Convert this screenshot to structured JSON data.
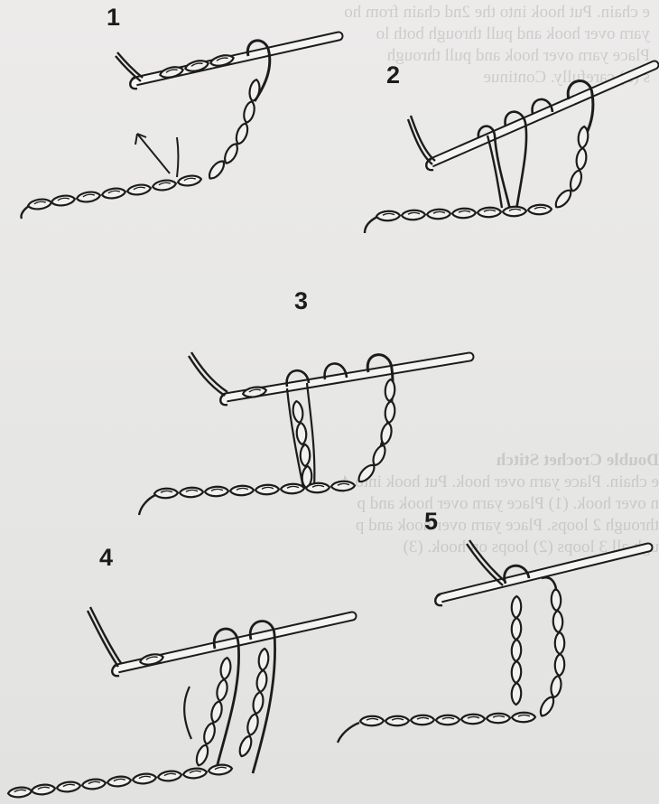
{
  "steps": [
    {
      "number": "1"
    },
    {
      "number": "2"
    },
    {
      "number": "3"
    },
    {
      "number": "4"
    },
    {
      "number": "5"
    }
  ],
  "bleed_through_text": {
    "top_lines": [
      "e chain. Put hook into the 2nd chain from ho",
      "yarn over hook and pull through both lo",
      "Place yarn over hook and pull through",
      "s (2) carefully. Continue"
    ],
    "middle_heading": "Double Crochet Stitch",
    "middle_lines": [
      "e chain. Place yarn over hook. Put hook into 4",
      "n over hook. (1) Place yarn over hook and p",
      "through 2 loops. Place yarn over hook and p",
      "ugh all 3 loops (2) loops on hook. (3)"
    ]
  },
  "colors": {
    "paper": "#e8e8e6",
    "ink": "#1c1c1c",
    "bleed_ink": "#9b9b9b"
  }
}
